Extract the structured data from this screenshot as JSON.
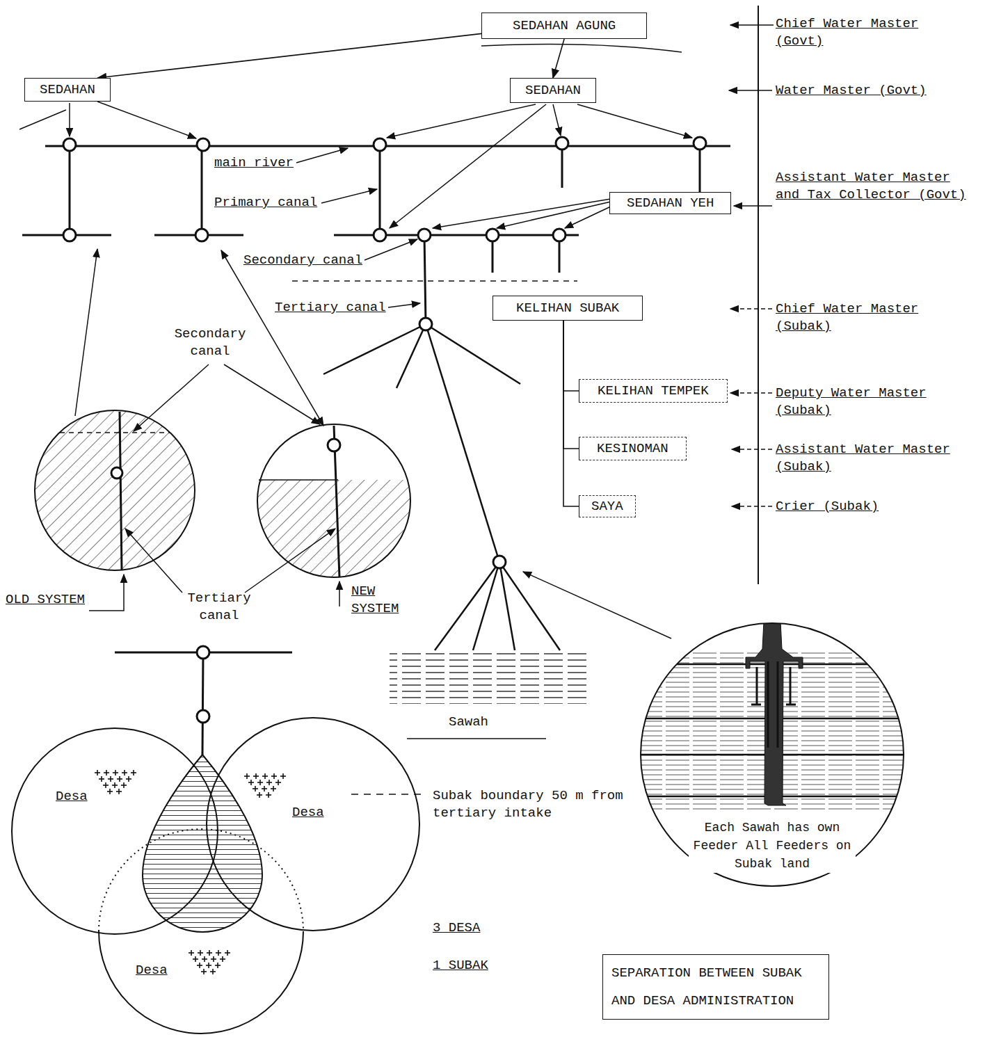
{
  "diagram": {
    "nodes": [
      {
        "text": [
          "SEDAHAN AGUNG"
        ]
      },
      {
        "text": [
          "SEDAHAN"
        ]
      },
      {
        "text": [
          "SEDAHAN"
        ]
      },
      {
        "text": [
          "SEDAHAN YEH"
        ]
      },
      {
        "text": [
          "KELIHAN SUBAK"
        ]
      },
      {
        "text": [
          "KELIHAN TEMPEK"
        ]
      },
      {
        "text": [
          "KESINOMAN"
        ]
      },
      {
        "text": [
          "SAYA"
        ]
      },
      {
        "text": [
          "Desa"
        ]
      },
      {
        "text": [
          "Desa"
        ]
      },
      {
        "text": [
          "Each Sawah has own Feeder All Feeders on Subak land"
        ]
      },
      {
        "text": [
          "Desa"
        ]
      },
      {
        "text": [
          "SEPARATION BETWEEN SUBAK AND DESA ADMINISTRATION"
        ]
      }
    ],
    "edges": [
      {
        "from": 0,
        "to": 1,
        "arrow": "to"
      },
      {
        "from": 0,
        "to": 2,
        "arrow": "to"
      },
      {
        "from": 4,
        "to": 5,
        "arrow": "none"
      },
      {
        "from": 4,
        "to": 6,
        "arrow": "none"
      },
      {
        "from": 4,
        "to": 7,
        "arrow": "none"
      }
    ],
    "labels": [
      "Chief Water Master (Govt)",
      "Water Master (Govt)",
      "main river",
      "Primary canal",
      "Assistant Water Master and Tax Collector (Govt)",
      "Secondary canal",
      "Tertiary canal",
      "Chief Water Master (Subak)",
      "Secondary canal",
      "Deputy Water Master (Subak)",
      "Assistant Water Master (Subak)",
      "Crier (Subak)",
      "OLD SYSTEM",
      "Tertiary canal",
      "NEW SYSTEM",
      "Sawah",
      "Subak boundary 50 m from tertiary intake",
      "3 DESA",
      "1 SUBAK"
    ]
  }
}
